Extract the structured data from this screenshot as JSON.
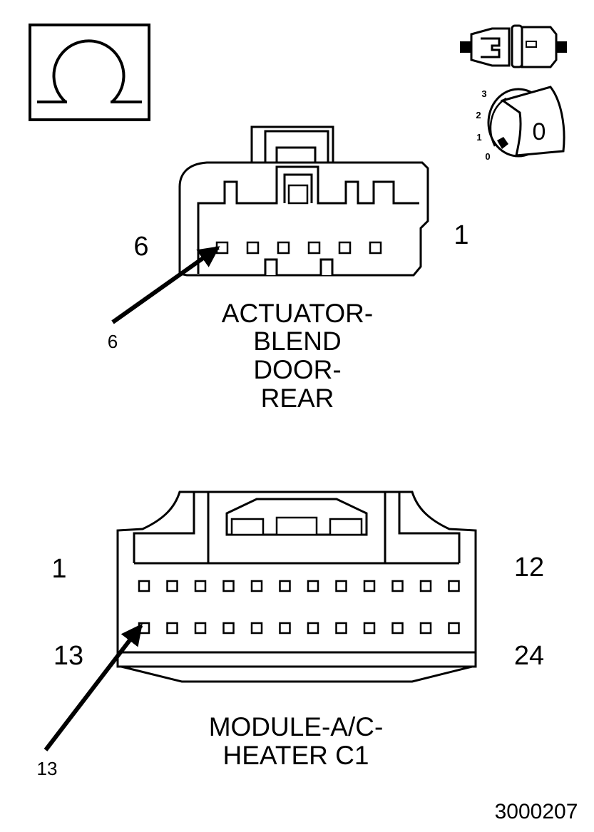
{
  "key_positions": {
    "p3": "3",
    "p2": "2",
    "p1": "1",
    "p0": "0",
    "key_letter": "0"
  },
  "connector_top": {
    "title_lines": [
      "ACTUATOR-",
      "BLEND",
      "DOOR-",
      "REAR"
    ],
    "pin_left": "6",
    "pin_right": "1",
    "pointer_label": "6",
    "pin_count": 6
  },
  "connector_bottom": {
    "title_lines": [
      "MODULE-A/C-",
      "HEATER C1"
    ],
    "pin_top_left": "1",
    "pin_top_right": "12",
    "pin_bottom_left": "13",
    "pin_bottom_right": "24",
    "pointer_label": "13",
    "pins_per_row": 12
  },
  "figure_id": "3000207",
  "ohm_symbol": "ohm-icon",
  "colors": {
    "ink": "#000000",
    "paper": "#ffffff"
  }
}
